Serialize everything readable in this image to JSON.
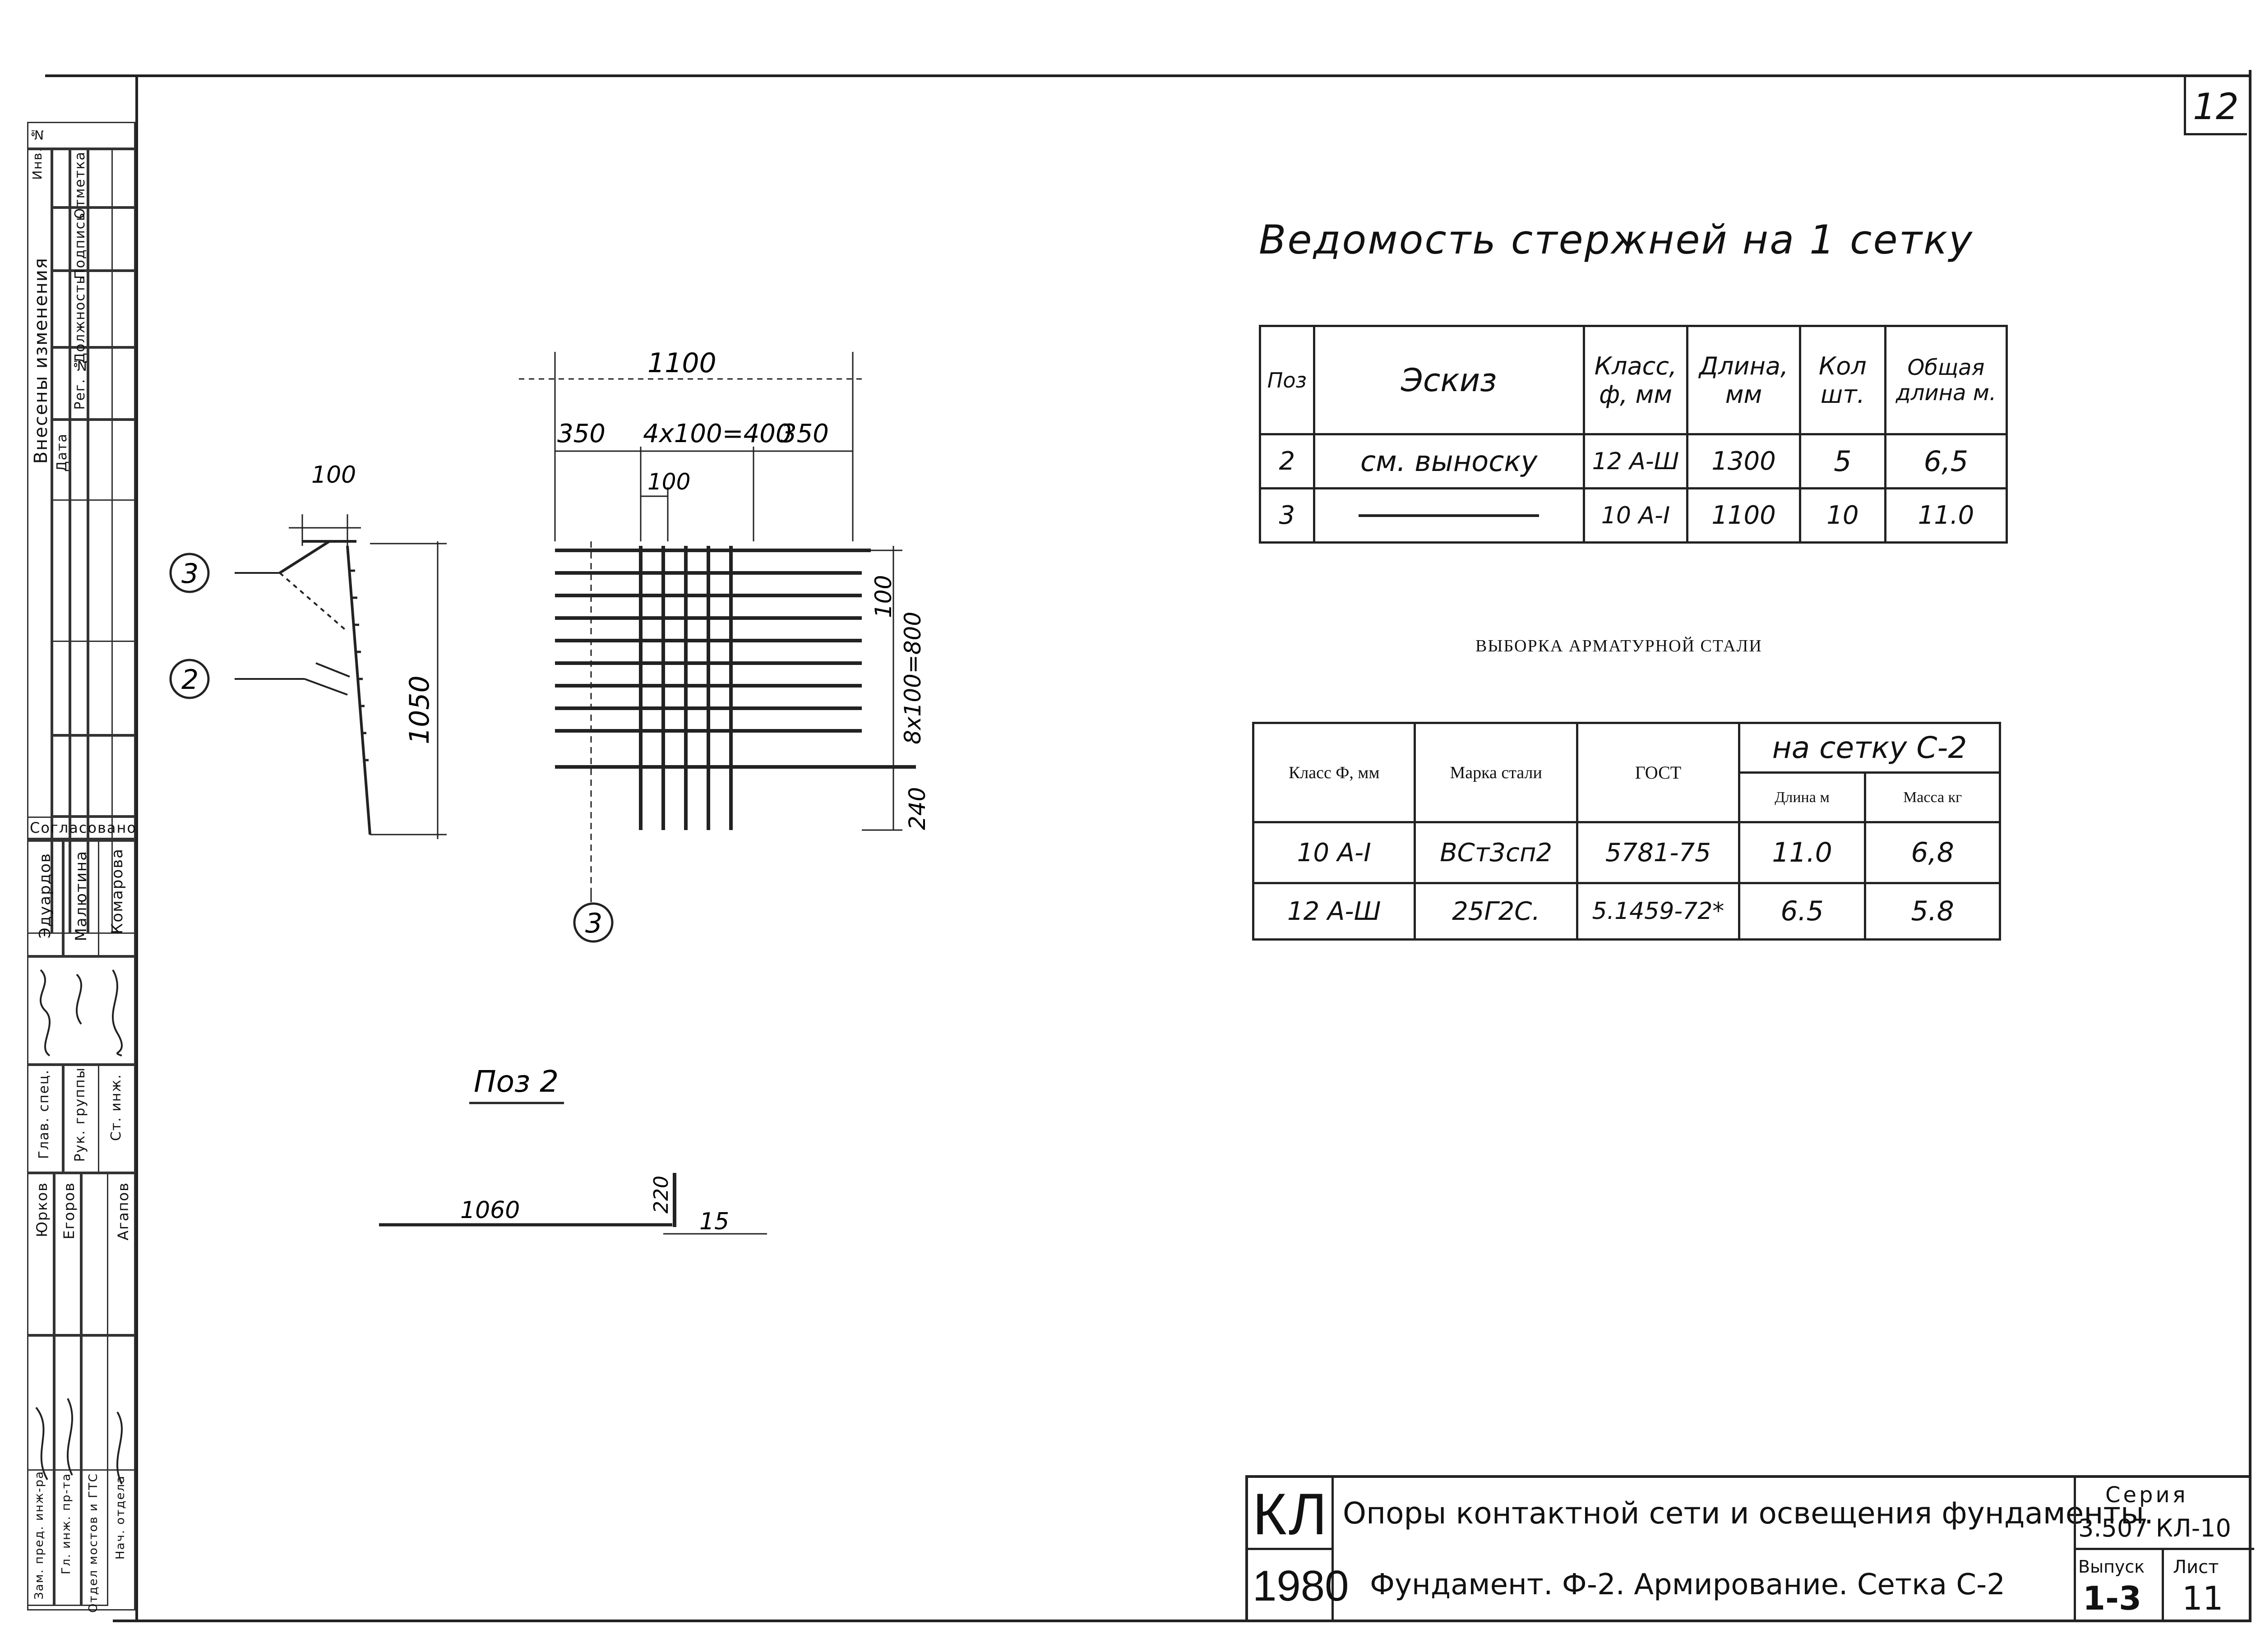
{
  "sheet": {
    "page_number": "12"
  },
  "schedule": {
    "title": "Ведомость стержней на 1 сетку",
    "headers": [
      "Поз",
      "Эскиз",
      "Класс, ф, мм",
      "Длина, мм",
      "Кол шт.",
      "Общая длина м."
    ],
    "rows": [
      [
        "2",
        "см. выноску",
        "12 А-Ш",
        "1300",
        "5",
        "6,5"
      ],
      [
        "3",
        "",
        "10 А-I",
        "1100",
        "10",
        "11.0"
      ]
    ]
  },
  "steel": {
    "title": "ВЫБОРКА АРМАТУРНОЙ СТАЛИ",
    "headers": {
      "class": "Класс Ф, мм",
      "grade": "Марка стали",
      "gost": "ГОСТ",
      "group": "на сетку С-2",
      "length": "Длина м",
      "mass": "Масса кг"
    },
    "rows": [
      [
        "10 А-I",
        "ВСт3сп2",
        "5781-75",
        "11.0",
        "6,8"
      ],
      [
        "12 А-Ш",
        "25Г2С.",
        "5.1459-72*",
        "6.5",
        "5.8"
      ]
    ]
  },
  "drawing": {
    "dim_total": "1100",
    "dim_left": "350",
    "dim_mid": "4x100=400",
    "dim_right": "350",
    "dim_spacing": "100",
    "dim_profile_top": "100",
    "dim_height": "1050",
    "dim_rows_100": "100",
    "dim_rows": "8x100=800",
    "dim_bottom": "240",
    "callout_3": "3",
    "callout_2": "2",
    "pos_title": "Поз 2",
    "pos_len": "1060",
    "pos_hook": "220",
    "pos_15": "15"
  },
  "side_stamp": {
    "head": "Инв. №",
    "changes": "Внесены изменения",
    "change_cols": [
      "Дата",
      "Рег. №",
      "Должность",
      "Подпись",
      "Отметка"
    ],
    "agreed": "Согласовано",
    "agreed_names": [
      "Эдуардов",
      "Малютина",
      "Комарова"
    ],
    "agreed_roles": [
      "Глав. спец.",
      "Рук. группы",
      "Ст. инж."
    ],
    "staff_names": [
      "Юрков",
      "Егоров",
      "Агапов"
    ],
    "staff_roles": [
      "Зам. пред. инж-ра",
      "Гл. инж. пр-та",
      "Отдел мостов и ГТС",
      "Нач. отдела"
    ]
  },
  "title_block": {
    "code": "КЛ",
    "title": "Опоры контактной сети и освещения фундаменты.",
    "series_label": "Серия",
    "series": "3.507 КЛ-10",
    "year": "1980",
    "subtitle": "Фундамент. Ф-2. Армирование. Сетка С-2",
    "issue_label": "Выпуск",
    "issue": "1-3",
    "sheet_label": "Лист",
    "sheet": "11"
  }
}
